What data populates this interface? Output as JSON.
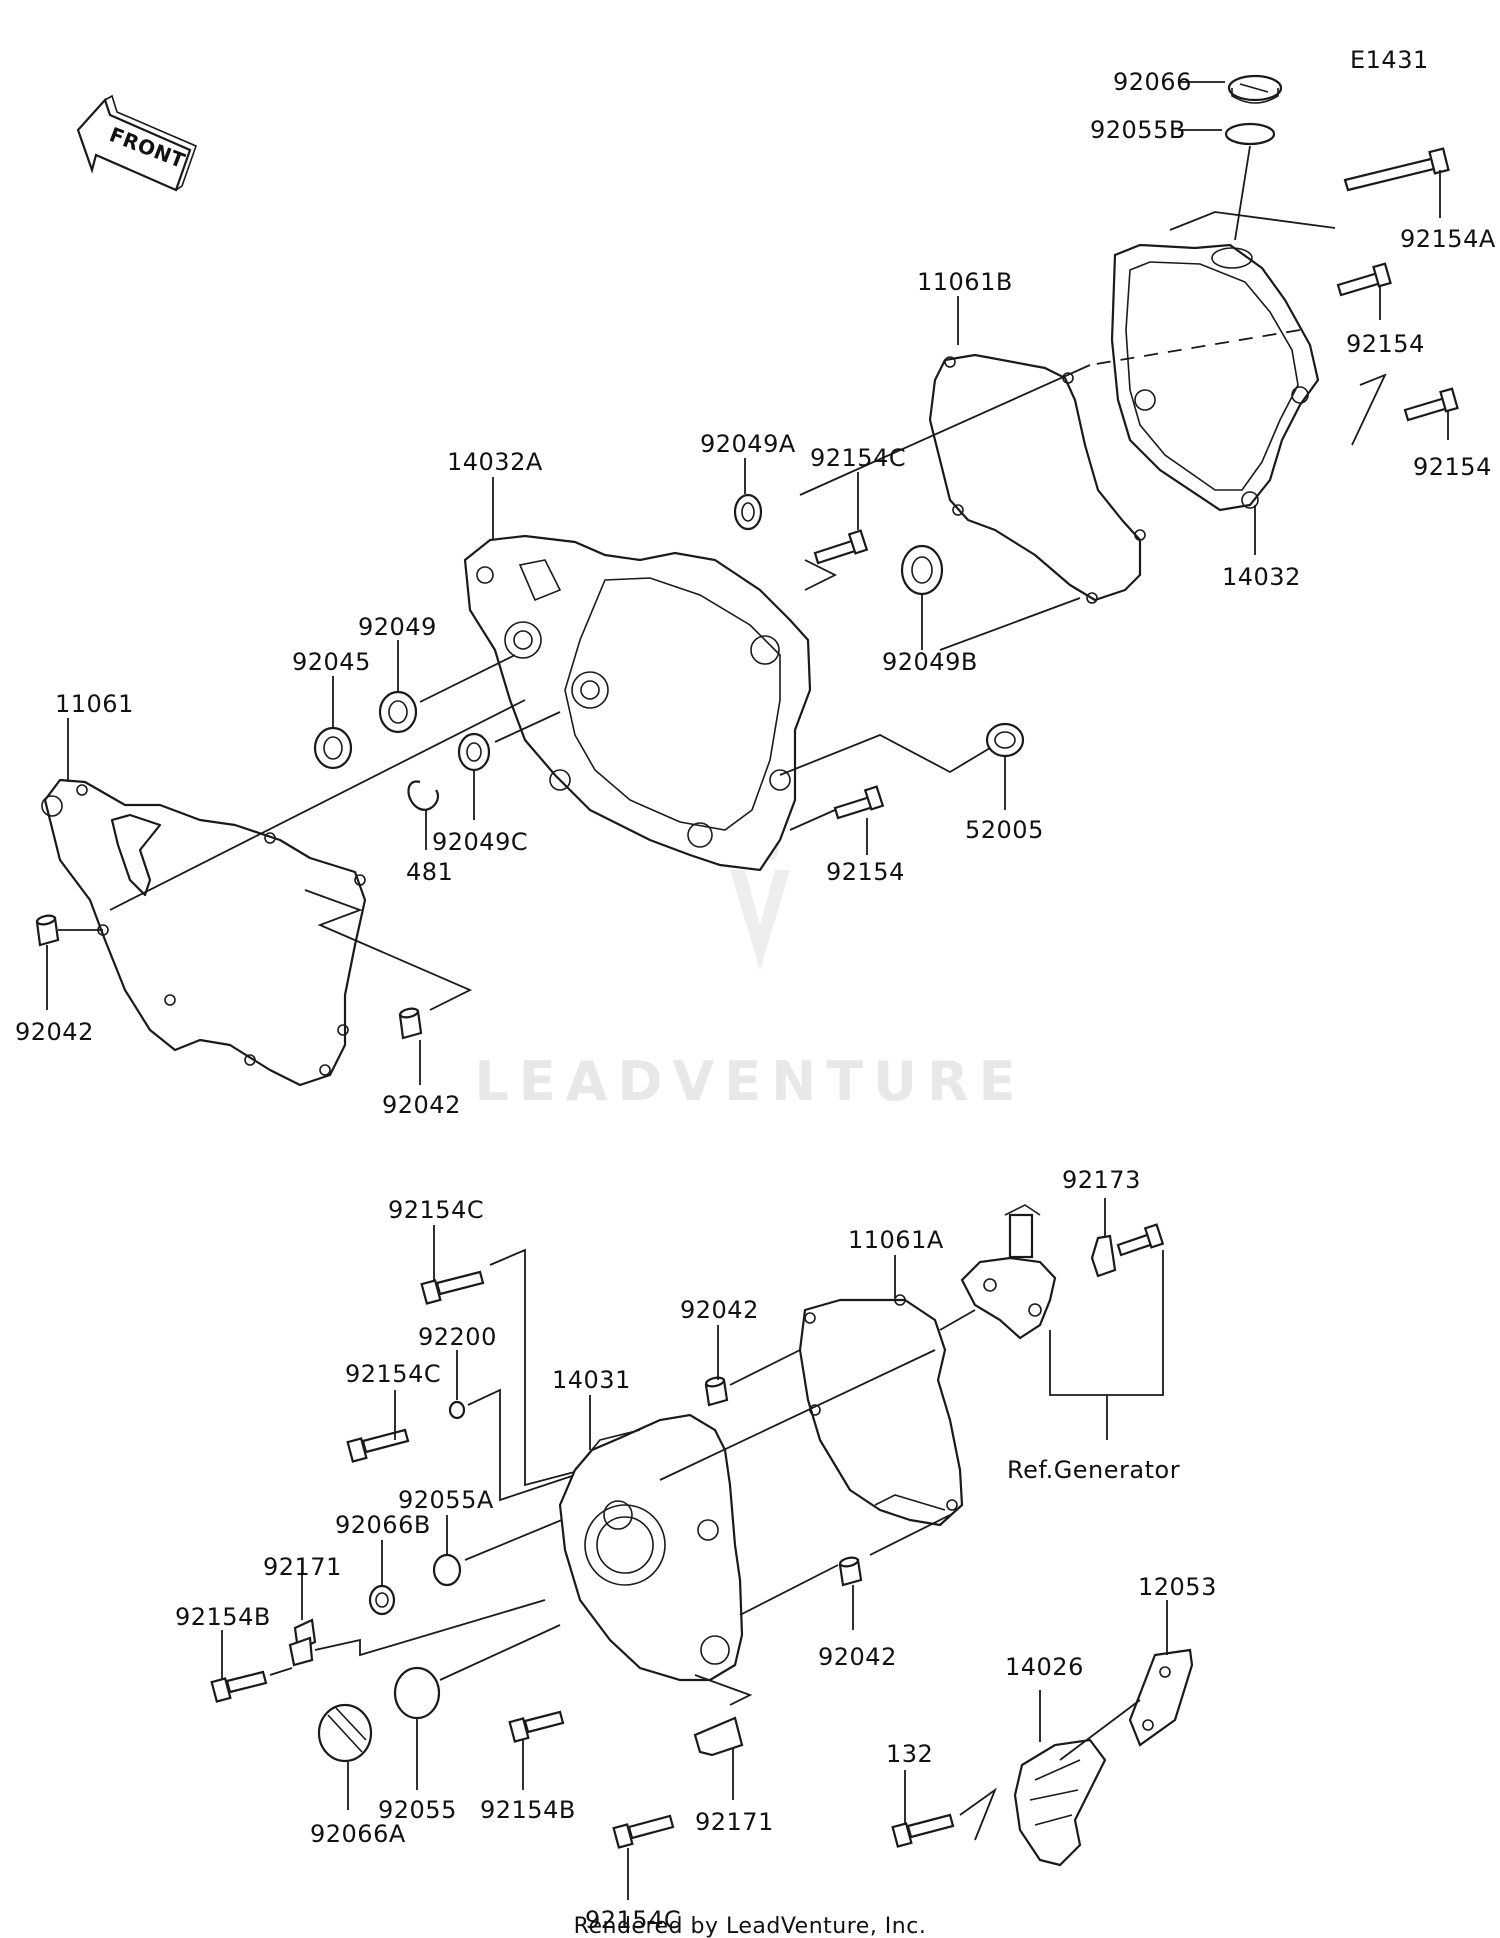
{
  "diagram": {
    "code": "E1431",
    "front_label": "FRONT",
    "watermark": "LEADVENTURE",
    "footer": "Rendered by LeadVenture, Inc.",
    "ref_label": "Ref.Generator"
  },
  "labels": [
    {
      "id": "92066",
      "text": "92066"
    },
    {
      "id": "92055B",
      "text": "92055B"
    },
    {
      "id": "92154A",
      "text": "92154A"
    },
    {
      "id": "11061B",
      "text": "11061B"
    },
    {
      "id": "92154-r1",
      "text": "92154"
    },
    {
      "id": "92154-r2",
      "text": "92154"
    },
    {
      "id": "92049A",
      "text": "92049A"
    },
    {
      "id": "92154C-top",
      "text": "92154C"
    },
    {
      "id": "14032A",
      "text": "14032A"
    },
    {
      "id": "14032",
      "text": "14032"
    },
    {
      "id": "92049",
      "text": "92049"
    },
    {
      "id": "92045",
      "text": "92045"
    },
    {
      "id": "92049B",
      "text": "92049B"
    },
    {
      "id": "11061",
      "text": "11061"
    },
    {
      "id": "52005",
      "text": "52005"
    },
    {
      "id": "481",
      "text": "481"
    },
    {
      "id": "92049C",
      "text": "92049C"
    },
    {
      "id": "92154-mid",
      "text": "92154"
    },
    {
      "id": "92042-left",
      "text": "92042"
    },
    {
      "id": "92042-mid",
      "text": "92042"
    },
    {
      "id": "92173",
      "text": "92173"
    },
    {
      "id": "92154C-b1",
      "text": "92154C"
    },
    {
      "id": "11061A",
      "text": "11061A"
    },
    {
      "id": "92042-b1",
      "text": "92042"
    },
    {
      "id": "92200",
      "text": "92200"
    },
    {
      "id": "14031",
      "text": "14031"
    },
    {
      "id": "92154C-b2",
      "text": "92154C"
    },
    {
      "id": "92055A",
      "text": "92055A"
    },
    {
      "id": "92066B",
      "text": "92066B"
    },
    {
      "id": "92171-left",
      "text": "92171"
    },
    {
      "id": "92154B-left",
      "text": "92154B"
    },
    {
      "id": "92042-b2",
      "text": "92042"
    },
    {
      "id": "12053",
      "text": "12053"
    },
    {
      "id": "14026",
      "text": "14026"
    },
    {
      "id": "132",
      "text": "132"
    },
    {
      "id": "92055",
      "text": "92055"
    },
    {
      "id": "92154B-mid",
      "text": "92154B"
    },
    {
      "id": "92066A",
      "text": "92066A"
    },
    {
      "id": "92171-mid",
      "text": "92171"
    },
    {
      "id": "92154C-b3",
      "text": "92154C"
    }
  ]
}
